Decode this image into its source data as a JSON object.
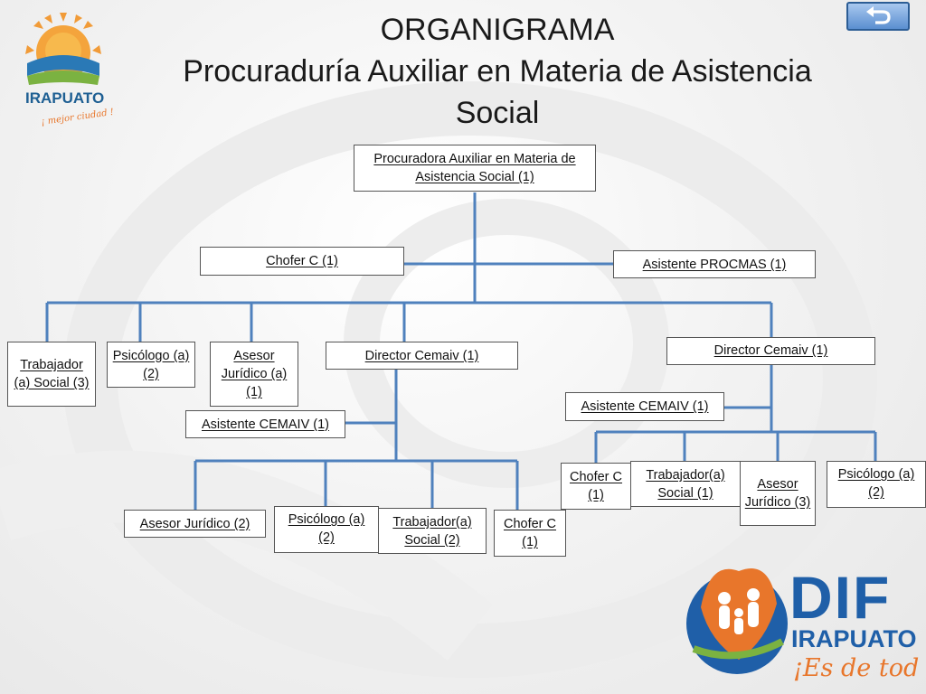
{
  "title": {
    "main": "ORGANIGRAMA",
    "sub": "Procuraduría Auxiliar en Materia de Asistencia Social"
  },
  "colors": {
    "connector": "#4f81bd",
    "box_border": "#555555",
    "accent_orange": "#e8762b"
  },
  "nav": {
    "back_icon": "return-arrow-icon"
  },
  "logos": {
    "irapuato": {
      "name": "IRAPUATO",
      "tagline": "¡ mejor ciudad !"
    },
    "dif": {
      "name": "DIF",
      "city": "IRAPUATO",
      "slogan": "¡Es de todos!"
    }
  },
  "org": {
    "head": "Procuradora Auxiliar en Materia de Asistencia Social (1)",
    "chofer_top": "Chofer C  (1)",
    "asistente_procmas": "Asistente PROCMAS  (1)",
    "trabajador_social": "Trabajador (a) Social (3)",
    "psicologo": "Psicólogo (a) (2)",
    "asesor_juridico": "Asesor Jurídico (a) (1)",
    "director_left": "Director Cemaiv (1)",
    "asistente_left": "Asistente CEMAIV (1)",
    "left_asesor": "Asesor Jurídico (2)",
    "left_psicologo": "Psicólogo (a) (2)",
    "left_trabajador": "Trabajador(a) Social (2)",
    "left_chofer": "Chofer C (1)",
    "director_right": "Director Cemaiv  (1)",
    "asistente_right": "Asistente CEMAIV (1)",
    "right_chofer": "Chofer C (1)",
    "right_trabajador": "Trabajador(a) Social (1)",
    "right_asesor": "Asesor Jurídico (3)",
    "right_psicologo": "Psicólogo (a) (2)"
  }
}
